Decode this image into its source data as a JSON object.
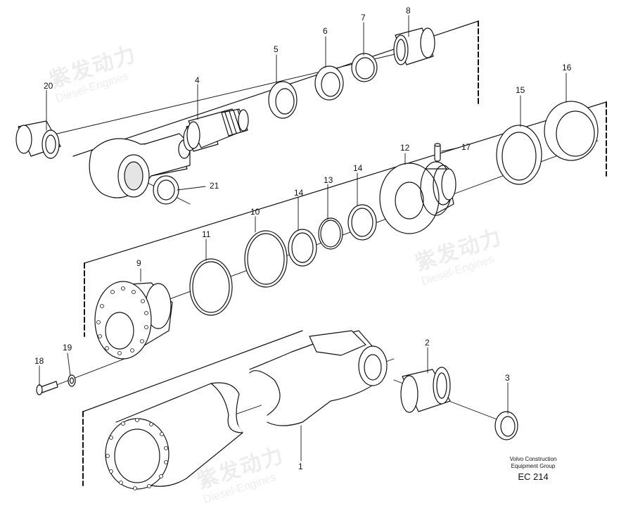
{
  "figure": {
    "parts": [
      {
        "id": "part-1",
        "label": "1"
      },
      {
        "id": "part-2",
        "label": "2"
      },
      {
        "id": "part-3",
        "label": "3"
      },
      {
        "id": "part-4",
        "label": "4"
      },
      {
        "id": "part-5",
        "label": "5"
      },
      {
        "id": "part-6",
        "label": "6"
      },
      {
        "id": "part-7",
        "label": "7"
      },
      {
        "id": "part-8",
        "label": "8"
      },
      {
        "id": "part-9",
        "label": "9"
      },
      {
        "id": "part-10",
        "label": "10"
      },
      {
        "id": "part-11",
        "label": "11"
      },
      {
        "id": "part-12",
        "label": "12"
      },
      {
        "id": "part-13",
        "label": "13"
      },
      {
        "id": "part-14a",
        "label": "14"
      },
      {
        "id": "part-14b",
        "label": "14"
      },
      {
        "id": "part-15",
        "label": "15"
      },
      {
        "id": "part-16",
        "label": "16"
      },
      {
        "id": "part-17",
        "label": "17"
      },
      {
        "id": "part-18",
        "label": "18"
      },
      {
        "id": "part-19",
        "label": "19"
      },
      {
        "id": "part-20",
        "label": "20"
      },
      {
        "id": "part-21",
        "label": "21"
      }
    ],
    "caption": {
      "line1": "Volvo Construction",
      "line2": "Equipment Group",
      "code": "EC 214"
    },
    "watermark": {
      "cn": "紫发动力",
      "en": "Diesel-Engines"
    }
  }
}
